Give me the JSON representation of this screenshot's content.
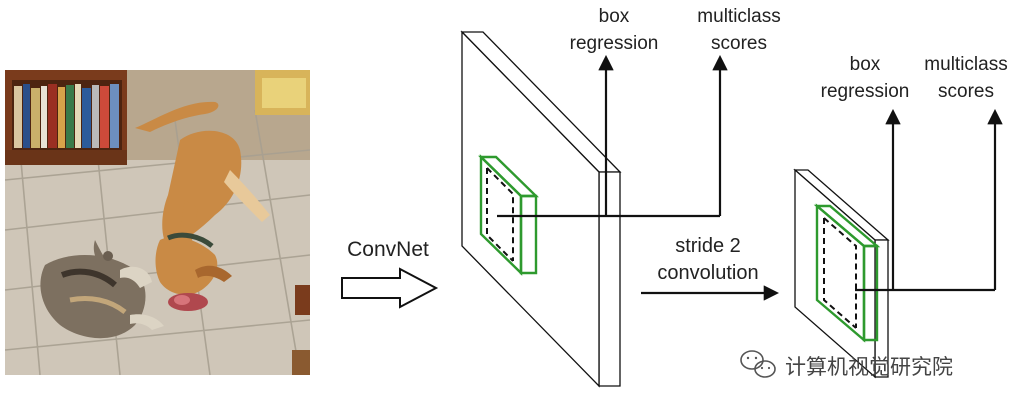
{
  "photo": {
    "description_icon": "cat-dog-photo-icon"
  },
  "convnet_label": "ConvNet",
  "stage1": {
    "box_label_line1": "box",
    "box_label_line2": "regression",
    "scores_label_line1": "multiclass",
    "scores_label_line2": "scores"
  },
  "stride_label_line1": "stride 2",
  "stride_label_line2": "convolution",
  "stage2": {
    "box_label_line1": "box",
    "box_label_line2": "regression",
    "scores_label_line1": "multiclass",
    "scores_label_line2": "scores"
  },
  "watermark": {
    "text": "计算机视觉研究院",
    "icon": "wechat-icon"
  },
  "colors": {
    "window_green": "#2e9a2e",
    "line": "#111111"
  }
}
